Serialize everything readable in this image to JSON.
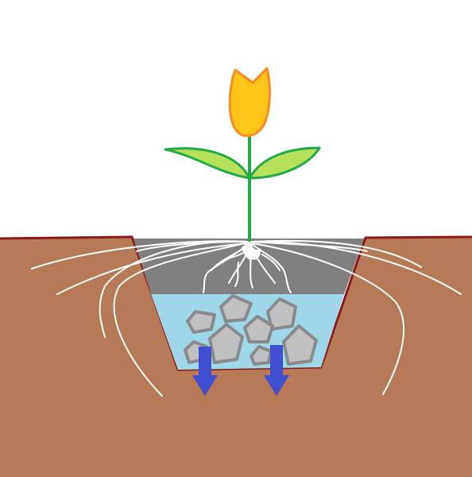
{
  "colors": {
    "sky": "#ffffff",
    "soil": "#b87957",
    "soil_edge": "#8b1a1a",
    "planting_soil": "#808080",
    "water": "#9ed8e8",
    "stone_fill": "#c0c0c0",
    "stone_stroke": "#8a8a8a",
    "arrow": "#3f4fd0",
    "stem": "#22aa44",
    "leaf_fill": "#b7e05a",
    "leaf_stroke": "#22aa44",
    "petal_fill": "#ffc619",
    "petal_stroke": "#ff8a1f",
    "roots": "#ffffff"
  },
  "elements": {
    "flower": "tulip-flower",
    "leaves": "leaf",
    "stem": "plant-stem",
    "roots": "root",
    "pit": "planting-pit",
    "stones": "drainage-stone",
    "arrows": "drainage-arrow"
  }
}
